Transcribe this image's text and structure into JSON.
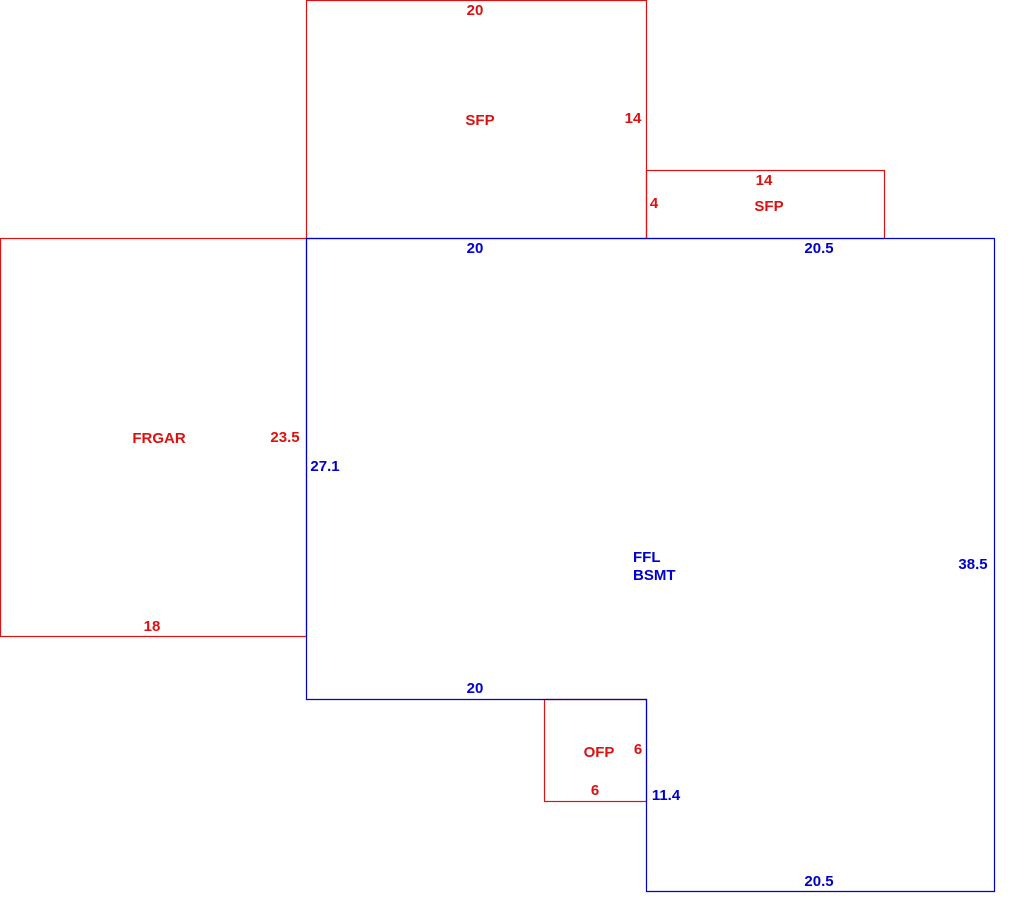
{
  "colors": {
    "main": "#0000cc",
    "aux": "#dd1111",
    "background": "#ffffff"
  },
  "areas": {
    "sfp_top": {
      "label": "SFP",
      "dims": {
        "top": "20",
        "right": "14"
      }
    },
    "sfp_small": {
      "label": "SFP",
      "dims": {
        "top": "14",
        "left": "4"
      }
    },
    "frgar": {
      "label": "FRGAR",
      "dims": {
        "right": "23.5",
        "bottom": "18"
      }
    },
    "ofp": {
      "label": "OFP",
      "dims": {
        "right": "6",
        "bottom": "6"
      }
    },
    "main_house": {
      "label_line1": "FFL",
      "label_line2": "BSMT",
      "dims": {
        "top_left": "20",
        "top_right": "20.5",
        "left": "27.1",
        "right": "38.5",
        "bottom_left": "20",
        "notch_side": "11.4",
        "bottom_right": "20.5"
      }
    }
  }
}
